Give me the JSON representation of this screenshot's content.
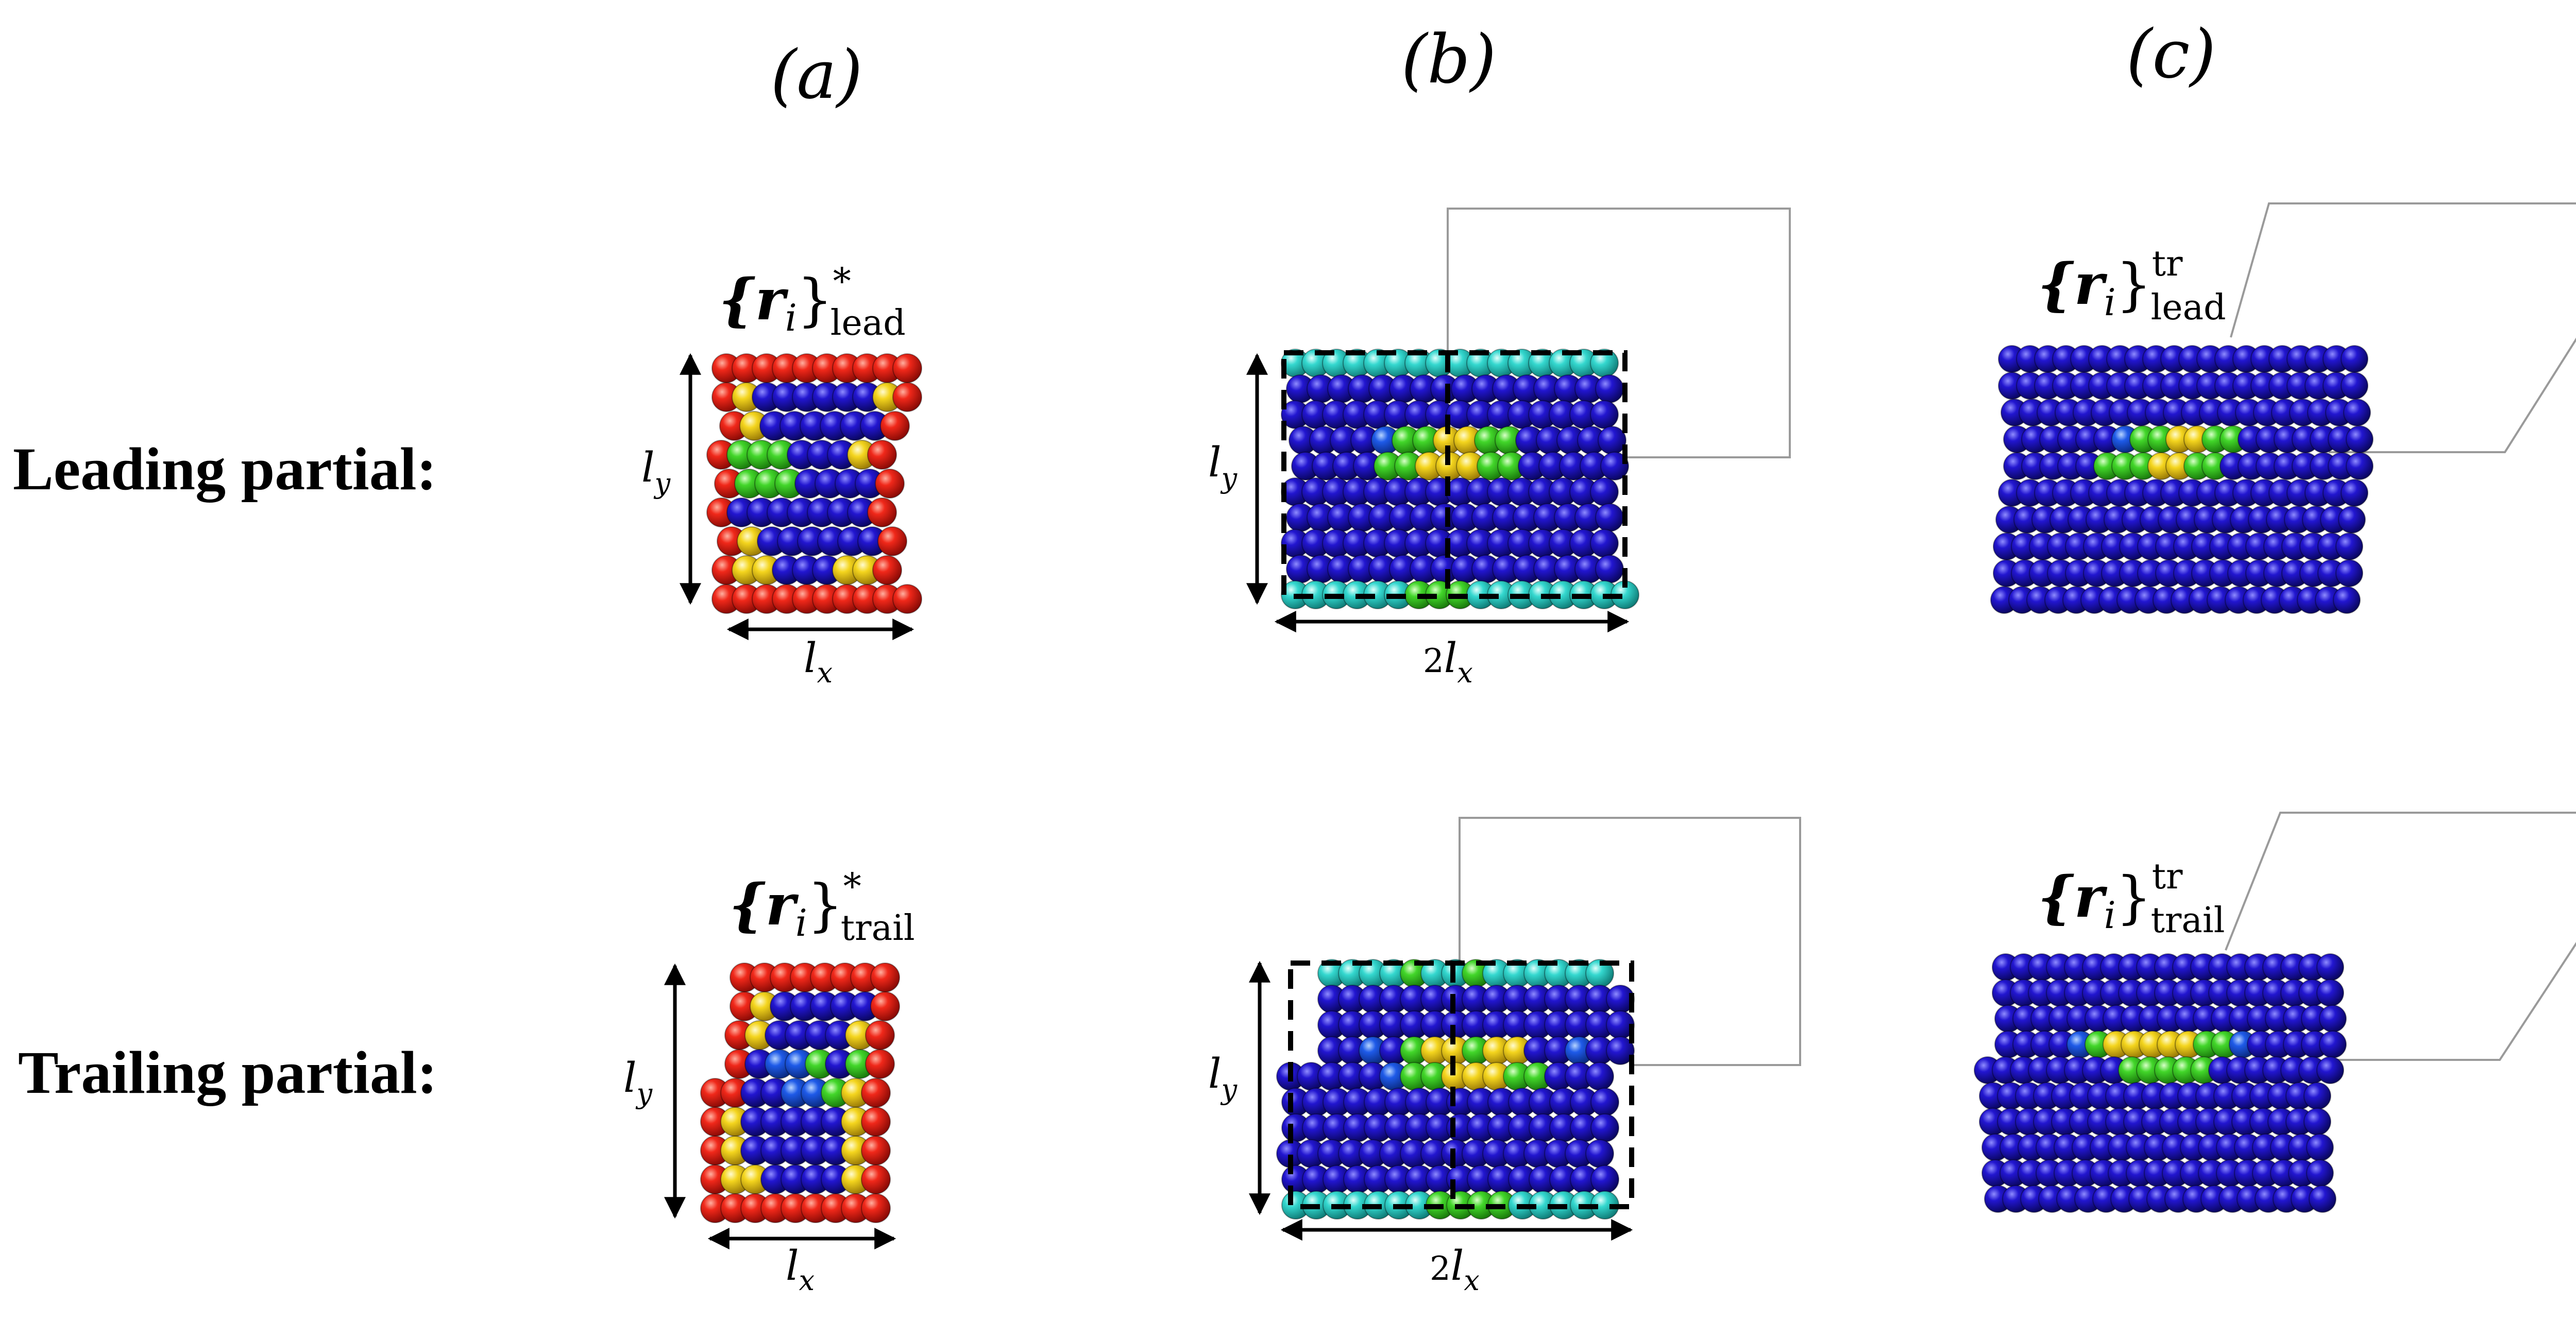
{
  "figure": {
    "panels": [
      {
        "letter": "(a)"
      },
      {
        "letter": "(b)"
      },
      {
        "letter": "(c)"
      }
    ],
    "rows": [
      {
        "label": "Leading partial:",
        "a": {
          "set": "{r",
          "idx": "i",
          "close": "}",
          "sup": "*",
          "sub": "lead"
        },
        "c": {
          "set": "{r",
          "idx": "i",
          "close": "}",
          "sup": "tr",
          "sub": "lead"
        }
      },
      {
        "label": "Trailing partial:",
        "a": {
          "set": "{r",
          "idx": "i",
          "close": "}",
          "sup": "*",
          "sub": "trail"
        },
        "c": {
          "set": "{r",
          "idx": "i",
          "close": "}",
          "sup": "tr",
          "sub": "trail"
        }
      }
    ],
    "dimensions": {
      "ly": {
        "l": "l",
        "sub": "y"
      },
      "lx": {
        "l": "l",
        "sub": "x"
      },
      "two_lx": {
        "pre": "2",
        "l": "l",
        "sub": "x"
      }
    },
    "colors": {
      "red": "#e8140e",
      "yellow": "#f2d21c",
      "green": "#3fd629",
      "blue": "#1c10c8",
      "midblue": "#1e52e6",
      "cyan": "#2fd7d0",
      "outline": "#9a9a9a",
      "background": "#ffffff"
    }
  }
}
